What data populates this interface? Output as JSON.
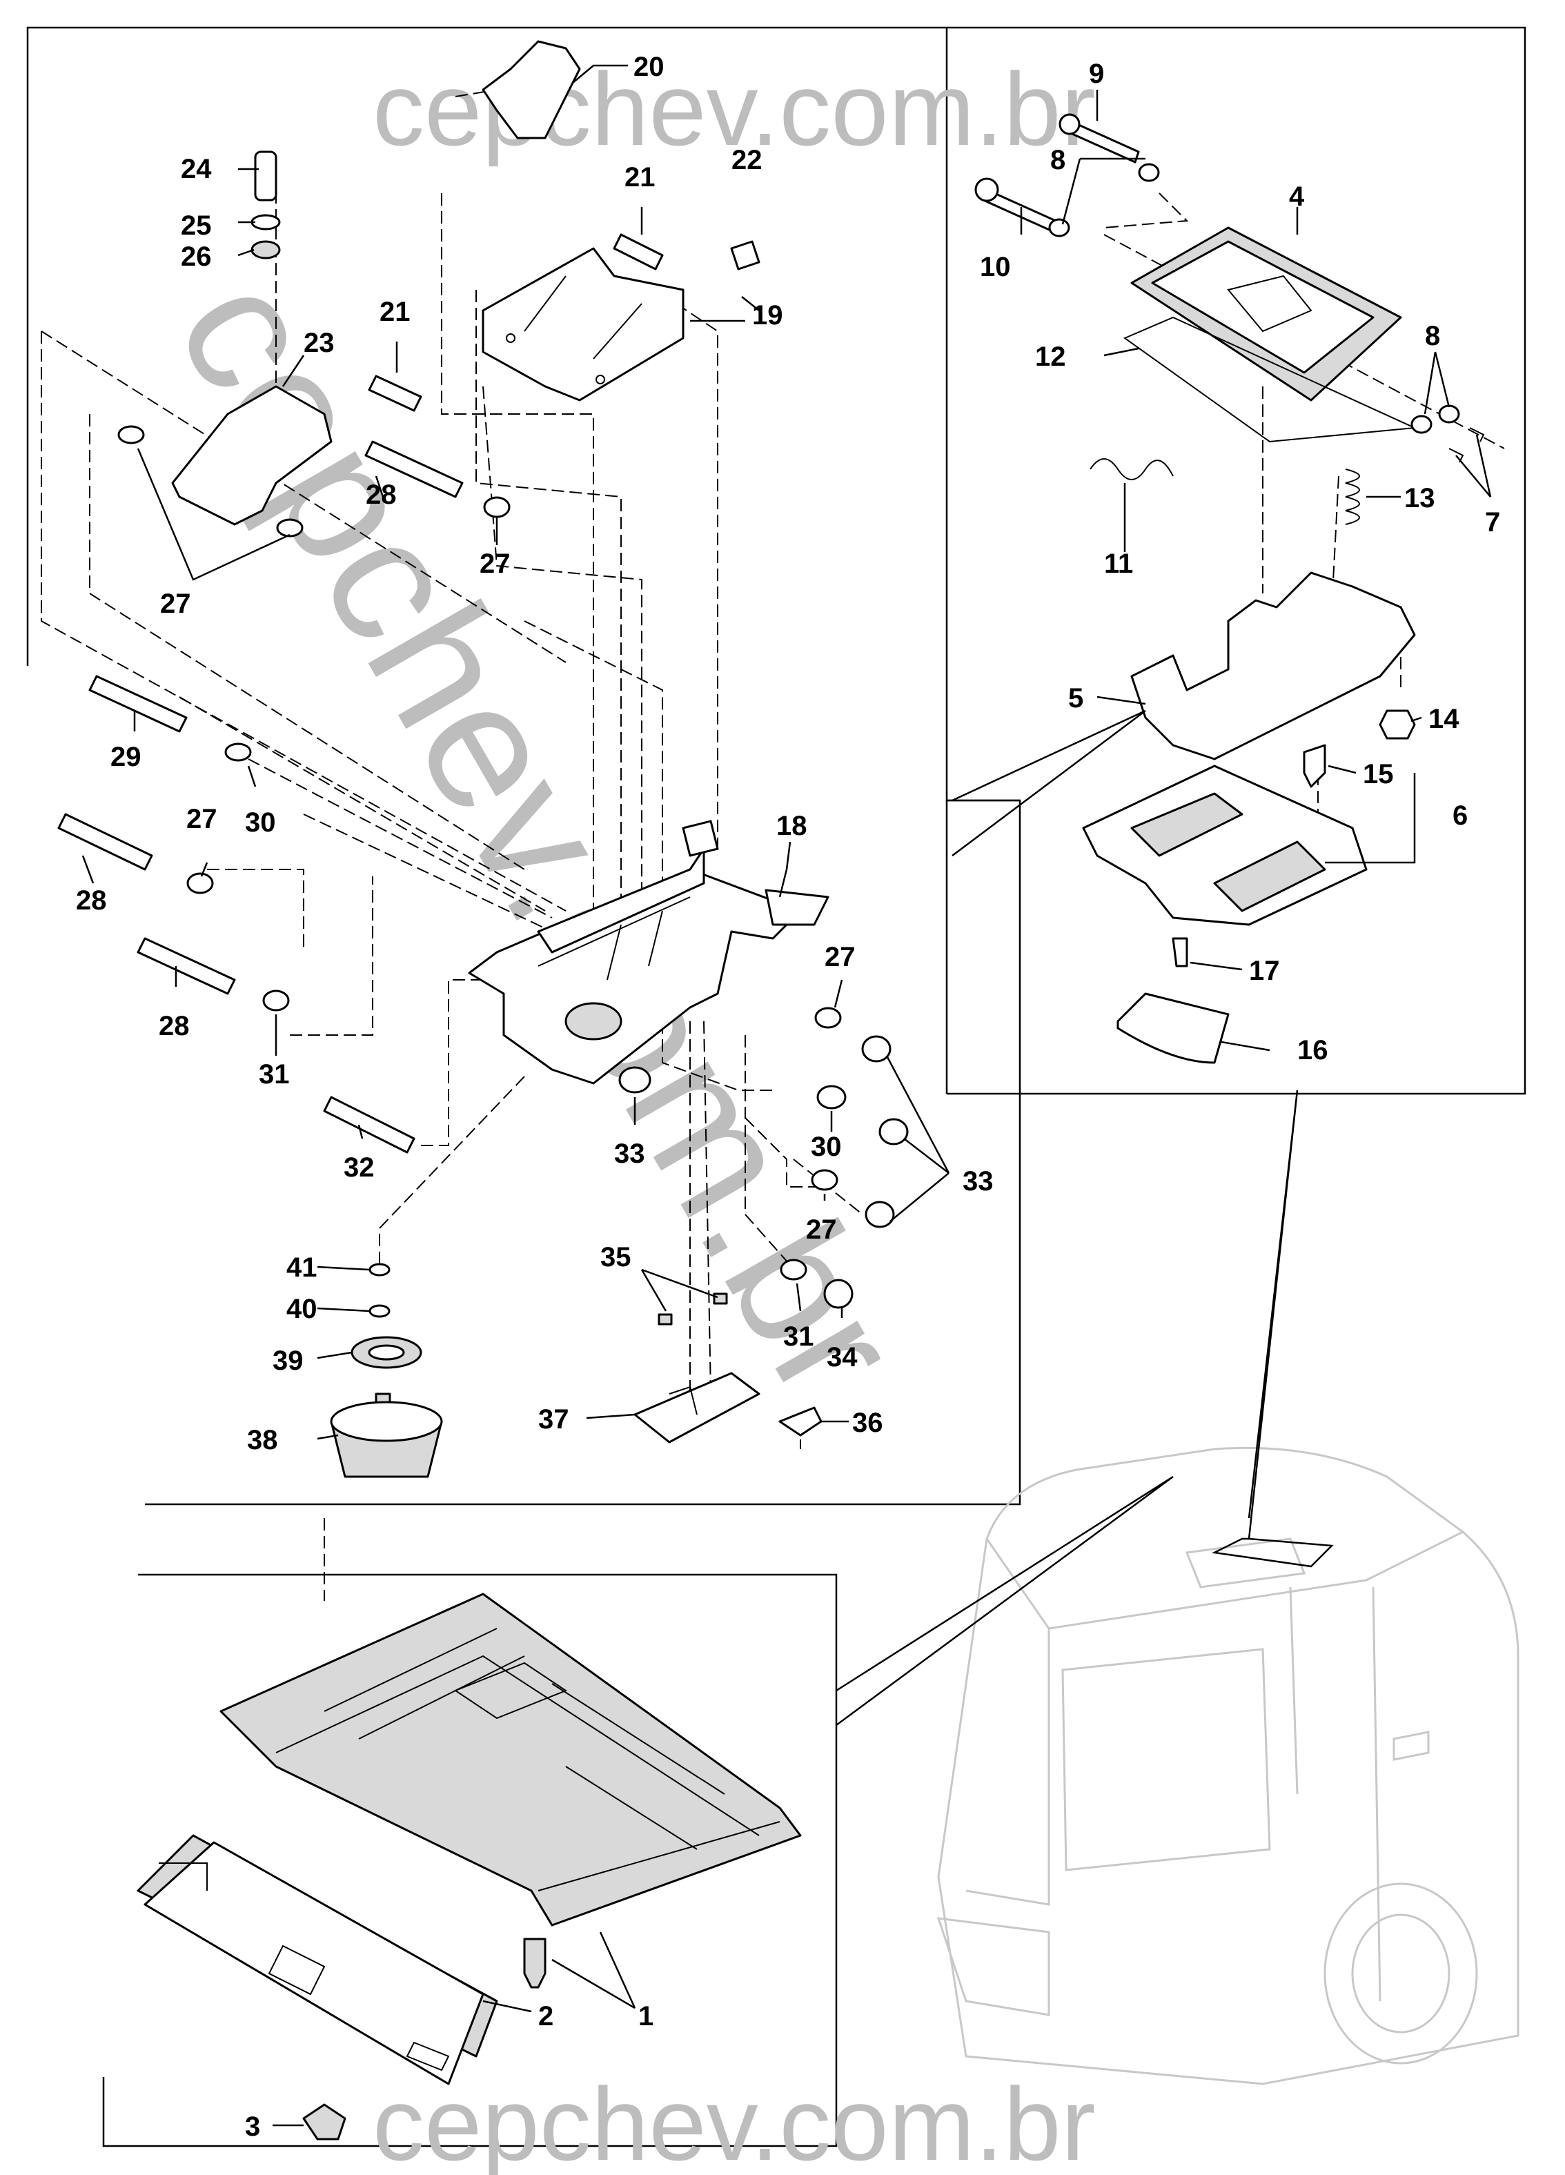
{
  "watermark": {
    "top": "cepchev.com.br",
    "bottom": "cepchev.com.br",
    "diagonal": "cepchev.com.br"
  },
  "callouts": [
    {
      "id": "c1",
      "text": "1"
    },
    {
      "id": "c2",
      "text": "2"
    },
    {
      "id": "c3",
      "text": "3"
    },
    {
      "id": "c4",
      "text": "4"
    },
    {
      "id": "c5",
      "text": "5"
    },
    {
      "id": "c6",
      "text": "6"
    },
    {
      "id": "c7",
      "text": "7"
    },
    {
      "id": "c8a",
      "text": "8"
    },
    {
      "id": "c8b",
      "text": "8"
    },
    {
      "id": "c9",
      "text": "9"
    },
    {
      "id": "c10",
      "text": "10"
    },
    {
      "id": "c11",
      "text": "11"
    },
    {
      "id": "c12",
      "text": "12"
    },
    {
      "id": "c13",
      "text": "13"
    },
    {
      "id": "c14",
      "text": "14"
    },
    {
      "id": "c15",
      "text": "15"
    },
    {
      "id": "c16",
      "text": "16"
    },
    {
      "id": "c17",
      "text": "17"
    },
    {
      "id": "c18",
      "text": "18"
    },
    {
      "id": "c19",
      "text": "19"
    },
    {
      "id": "c20",
      "text": "20"
    },
    {
      "id": "c21a",
      "text": "21"
    },
    {
      "id": "c21b",
      "text": "21"
    },
    {
      "id": "c22",
      "text": "22"
    },
    {
      "id": "c23",
      "text": "23"
    },
    {
      "id": "c24",
      "text": "24"
    },
    {
      "id": "c25",
      "text": "25"
    },
    {
      "id": "c26",
      "text": "26"
    },
    {
      "id": "c27a",
      "text": "27"
    },
    {
      "id": "c27b",
      "text": "27"
    },
    {
      "id": "c27c",
      "text": "27"
    },
    {
      "id": "c27d",
      "text": "27"
    },
    {
      "id": "c27e",
      "text": "27"
    },
    {
      "id": "c28a",
      "text": "28"
    },
    {
      "id": "c28b",
      "text": "28"
    },
    {
      "id": "c28c",
      "text": "28"
    },
    {
      "id": "c29",
      "text": "29"
    },
    {
      "id": "c30a",
      "text": "30"
    },
    {
      "id": "c30b",
      "text": "30"
    },
    {
      "id": "c31a",
      "text": "31"
    },
    {
      "id": "c31b",
      "text": "31"
    },
    {
      "id": "c32",
      "text": "32"
    },
    {
      "id": "c33a",
      "text": "33"
    },
    {
      "id": "c33b",
      "text": "33"
    },
    {
      "id": "c34",
      "text": "34"
    },
    {
      "id": "c35",
      "text": "35"
    },
    {
      "id": "c36",
      "text": "36"
    },
    {
      "id": "c37",
      "text": "37"
    },
    {
      "id": "c38",
      "text": "38"
    },
    {
      "id": "c39",
      "text": "39"
    },
    {
      "id": "c40",
      "text": "40"
    },
    {
      "id": "c41",
      "text": "41"
    }
  ]
}
